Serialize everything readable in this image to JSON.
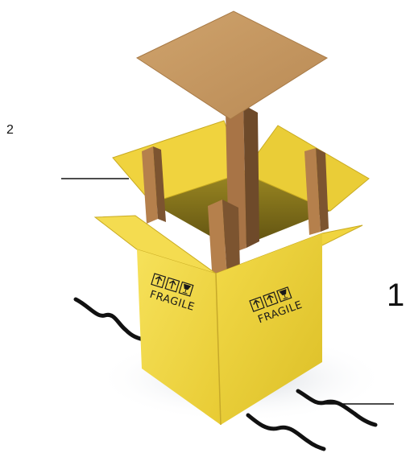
{
  "figure": {
    "subject": "cardboard-box-with-corner-posts",
    "colors": {
      "box_yellow": "#f2d843",
      "box_yellow_shadow": "#e2c22c",
      "box_yellow_dark": "#b89a18",
      "cardboard_brown": "#b5804c",
      "cardboard_dark": "#6e4a2a",
      "lid_tan": "#c79a63",
      "cushion_black": "#111111"
    }
  },
  "callouts": [
    {
      "id": "callout-1",
      "label": "1"
    },
    {
      "id": "callout-2",
      "label": "2"
    }
  ],
  "box_markings": {
    "left_face_text": "FRAGILE",
    "right_face_text": "FRAGILE",
    "handling_icons": [
      "this-way-up-icon",
      "this-way-up-icon",
      "fragile-glass-icon"
    ]
  }
}
